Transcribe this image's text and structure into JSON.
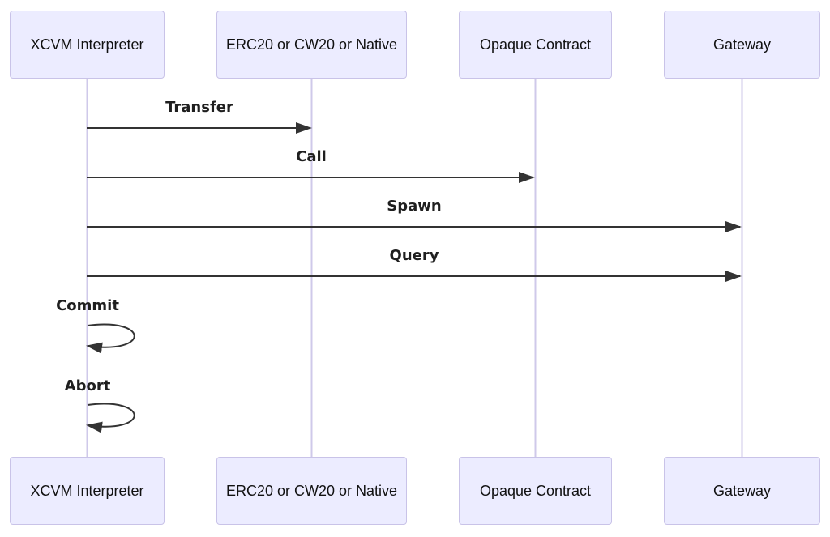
{
  "diagram": {
    "type": "sequence-diagram",
    "actors": [
      {
        "id": "xcvm-interpreter",
        "label": "XCVM Interpreter"
      },
      {
        "id": "erc20-cw20-native",
        "label": "ERC20 or CW20 or Native"
      },
      {
        "id": "opaque-contract",
        "label": "Opaque Contract"
      },
      {
        "id": "gateway",
        "label": "Gateway"
      }
    ],
    "messages": [
      {
        "label": "Transfer",
        "from": "XCVM Interpreter",
        "to": "ERC20 or CW20 or Native",
        "kind": "solid-arrow"
      },
      {
        "label": "Call",
        "from": "XCVM Interpreter",
        "to": "Opaque Contract",
        "kind": "solid-arrow"
      },
      {
        "label": "Spawn",
        "from": "XCVM Interpreter",
        "to": "Gateway",
        "kind": "solid-arrow"
      },
      {
        "label": "Query",
        "from": "XCVM Interpreter",
        "to": "Gateway",
        "kind": "solid-arrow"
      },
      {
        "label": "Commit",
        "from": "XCVM Interpreter",
        "to": "XCVM Interpreter",
        "kind": "self-loop"
      },
      {
        "label": "Abort",
        "from": "XCVM Interpreter",
        "to": "XCVM Interpreter",
        "kind": "self-loop"
      }
    ],
    "colors": {
      "actor_fill": "#ECECFF",
      "actor_border": "#C9C3E8",
      "lifeline": "#CFC9EA",
      "arrow": "#333333",
      "text": "#1f1f1f",
      "background": "#FFFFFF"
    }
  }
}
